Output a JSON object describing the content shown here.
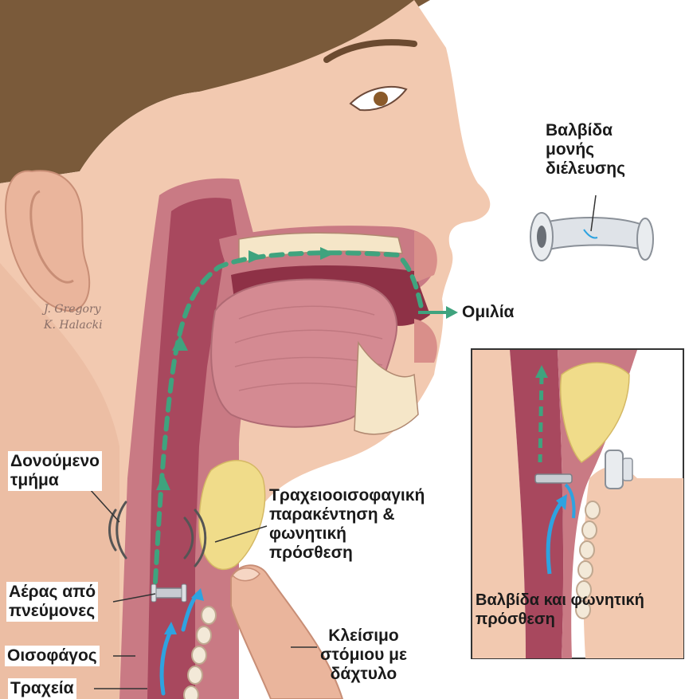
{
  "labels": {
    "valve_title": [
      "Βαλβίδα",
      "μονής",
      "διέλευσης"
    ],
    "speech": "Ομιλία",
    "vibrating": [
      "Δονούμενο",
      "τμήμα"
    ],
    "puncture": [
      "Τραχειοοισοφαγική",
      "παρακέντηση &",
      "φωνητική",
      "πρόσθεση"
    ],
    "air": [
      "Αέρας από",
      "πνεύμονες"
    ],
    "esophagus": "Οισοφάγος",
    "trachea": "Τραχεία",
    "closing": [
      "Κλείσιμο",
      "στόμιου με",
      "δάχτυλο"
    ],
    "inset_caption": [
      "Βαλβίδα και φωνητική",
      "πρόσθεση"
    ]
  },
  "signature": [
    "J. Gregory",
    "K. Halacki"
  ],
  "colors": {
    "skin": "#f2c9b0",
    "skin_shadow": "#e3ad92",
    "tissue": "#c97a84",
    "tissue_dark": "#8e3146",
    "cavity": "#a8485e",
    "tongue": "#d48a92",
    "hair": "#7a5a3a",
    "fat": "#f0dc8a",
    "air_arrow": "#3fa37e",
    "lung_arrow": "#2ea3e0",
    "device": "#c8ccd2"
  },
  "icons": [
    "air-flow-arrow-icon",
    "lung-air-arrow-icon",
    "sound-wave-icon",
    "speech-arrow-icon"
  ]
}
